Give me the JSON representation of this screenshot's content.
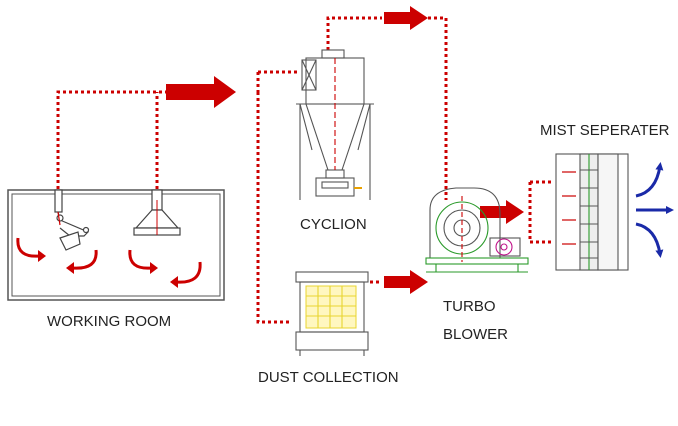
{
  "labels": {
    "working_room": "WORKING ROOM",
    "cyclion": "CYCLION",
    "dust_collection": "DUST COLLECTION",
    "turbo": "TURBO",
    "blower": "BLOWER",
    "mist_seperater": "MIST SEPERATER"
  },
  "colors": {
    "duct": "#cc0000",
    "arrow": "#cc0000",
    "exhaust": "#1a2aa8",
    "equipment": "#555555",
    "filter": "#e8d430",
    "motor": "#c0138a",
    "base": "#2a9a2a"
  }
}
